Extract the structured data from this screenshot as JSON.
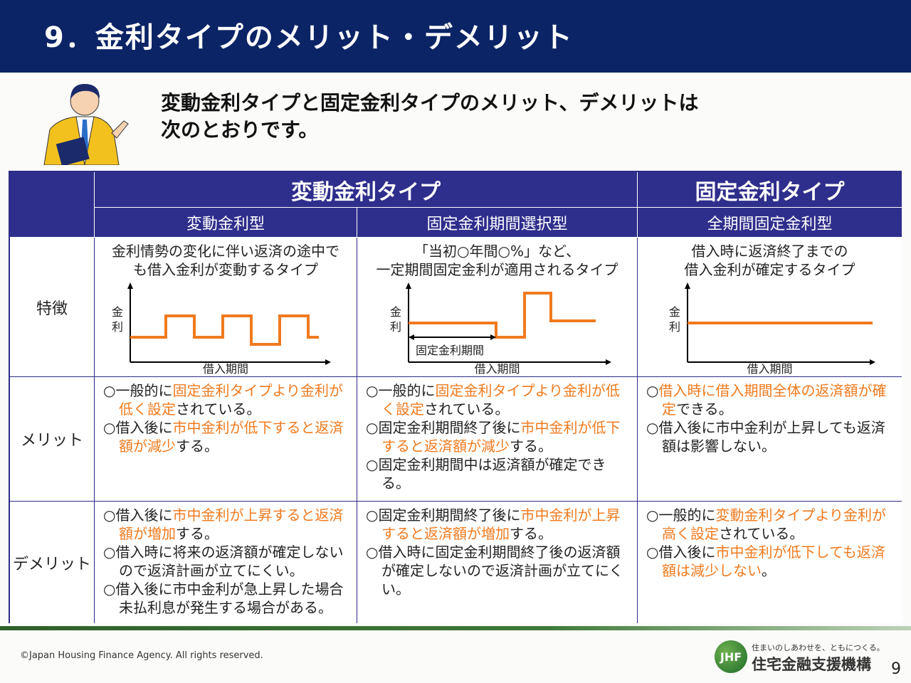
{
  "title": "9．金利タイプのメリット・デメリット",
  "intro": [
    "変動金利タイプと固定金利タイプのメリット、デメリットは",
    "次のとおりです。"
  ],
  "headers": {
    "variable_type": "変動金利タイプ",
    "fixed_type": "固定金利タイプ",
    "sub": [
      "変動金利型",
      "固定金利期間選択型",
      "全期間固定金利型"
    ]
  },
  "row_labels": [
    "特徴",
    "メリット",
    "デメリット"
  ],
  "features": [
    {
      "desc": [
        "金利情勢の変化に伴い返済の途中で",
        "も借入金利が変動するタイプ"
      ]
    },
    {
      "desc": [
        "「当初○年間○%」など、",
        "一定期間固定金利が適用されるタイプ"
      ],
      "period_label": "固定金利期間"
    },
    {
      "desc": [
        "借入時に返済終了までの",
        "借入金利が確定するタイプ"
      ]
    }
  ],
  "chart_labels": {
    "y": "金\n利",
    "x": "借入期間"
  },
  "merits": [
    [
      [
        {
          "t": "○一般的に"
        },
        {
          "t": "固定金利タイプより金利が低く設定",
          "hl": true
        },
        {
          "t": "されている。"
        }
      ],
      [
        {
          "t": "○借入後に"
        },
        {
          "t": "市中金利が低下すると返済額が減少",
          "hl": true
        },
        {
          "t": "する。"
        }
      ]
    ],
    [
      [
        {
          "t": "○一般的に"
        },
        {
          "t": "固定金利タイプより金利が低く設定",
          "hl": true
        },
        {
          "t": "されている。"
        }
      ],
      [
        {
          "t": "○固定金利期間終了後に"
        },
        {
          "t": "市中金利が低下すると返済額が減少",
          "hl": true
        },
        {
          "t": "する。"
        }
      ],
      [
        {
          "t": "○固定金利期間中は返済額が確定できる。"
        }
      ]
    ],
    [
      [
        {
          "t": "○"
        },
        {
          "t": "借入時に借入期間全体の返済額が確定",
          "hl": true
        },
        {
          "t": "できる。"
        }
      ],
      [
        {
          "t": "○借入後に市中金利が上昇しても返済額は影響しない。"
        }
      ]
    ]
  ],
  "demerits": [
    [
      [
        {
          "t": "○借入後に"
        },
        {
          "t": "市中金利が上昇すると返済額が増加",
          "hl": true
        },
        {
          "t": "する。"
        }
      ],
      [
        {
          "t": "○借入時に将来の返済額が確定しないので返済計画が立てにくい。"
        }
      ],
      [
        {
          "t": "○借入後に市中金利が急上昇した場合未払利息が発生する場合がある。"
        }
      ]
    ],
    [
      [
        {
          "t": "○固定金利期間終了後に"
        },
        {
          "t": "市中金利が上昇すると返済額が増加",
          "hl": true
        },
        {
          "t": "する。"
        }
      ],
      [
        {
          "t": "○借入時に固定金利期間終了後の返済額が確定しないので返済計画が立てにくい。"
        }
      ]
    ],
    [
      [
        {
          "t": "○一般的に"
        },
        {
          "t": "変動金利タイプより金利が高く設定",
          "hl": true
        },
        {
          "t": "されている。"
        }
      ],
      [
        {
          "t": "○借入後に"
        },
        {
          "t": "市中金利が低下しても返済額は減少しない",
          "hl": true
        },
        {
          "t": "。"
        }
      ]
    ]
  ],
  "footer": {
    "copyright": "©Japan Housing Finance Agency. All rights reserved.",
    "tagline": "住まいのしあわせを、ともにつくる。",
    "org": "住宅金融支援機構",
    "logo_mark": "JHF",
    "page": "9"
  },
  "colors": {
    "navy": "#0b2466",
    "header": "#2e2e8c",
    "orange": "#f07a1e"
  }
}
